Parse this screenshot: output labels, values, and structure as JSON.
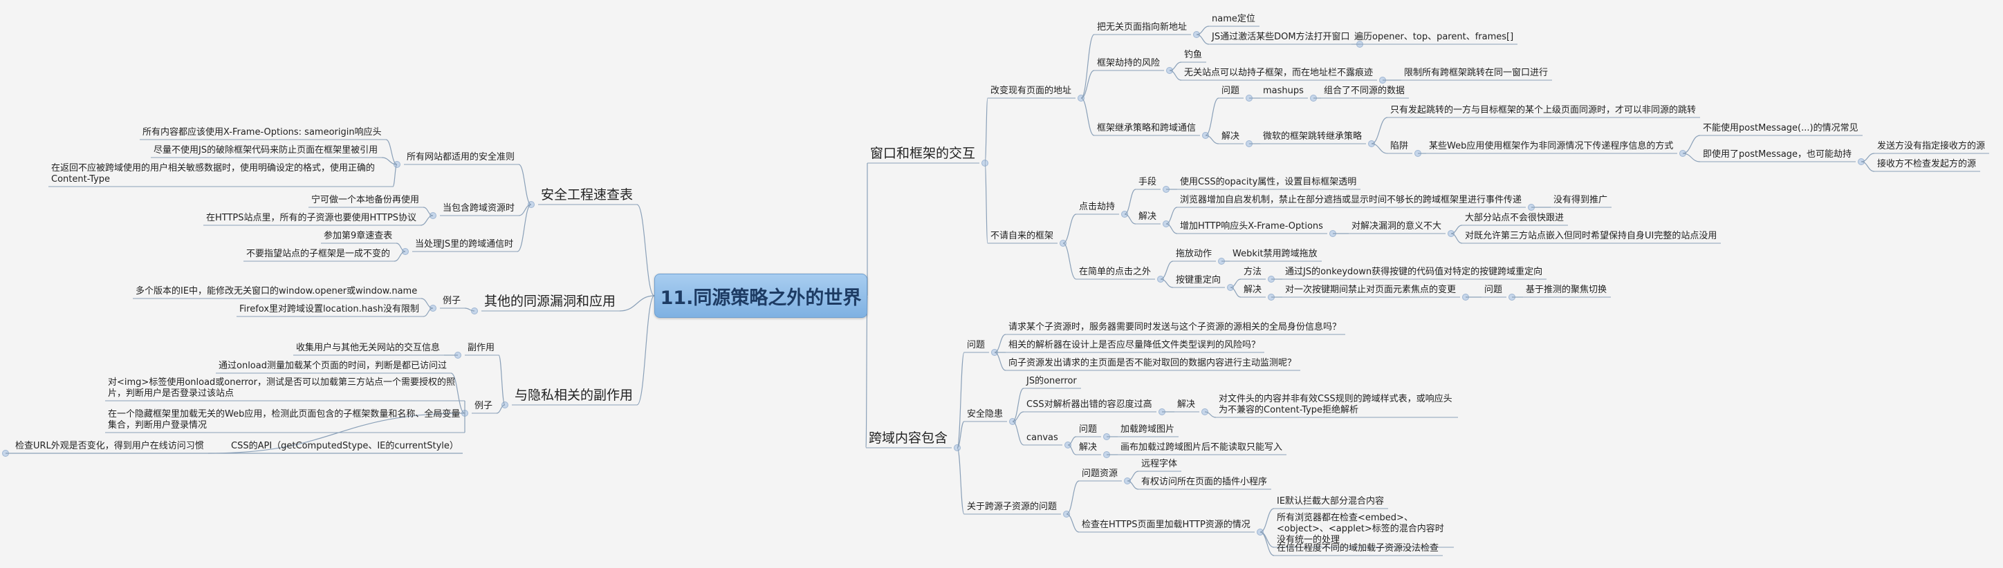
{
  "root": "11.同源策略之外的世界",
  "right": {
    "frames": {
      "label": "窗口和框架的交互",
      "change": {
        "label": "改变现有页面的地址",
        "nav": {
          "label": "把无关页面指向新地址",
          "a": "name定位",
          "b": "JS通过激活某些DOM方法打开窗口",
          "b1": "遍历opener、top、parent、frames[]"
        },
        "hijack": {
          "label": "框架劫持的风险",
          "a": "钓鱼",
          "b": "无关站点可以劫持子框架，而在地址栏不露痕迹",
          "b1": "限制所有跨框架跳转在同一窗口进行"
        },
        "inherit": {
          "label": "框架继承策略和跨域通信",
          "problem": "问题",
          "mashups": "mashups",
          "mash1": "组合了不同源的数据",
          "solution": "解决",
          "micro": "微软的框架跳转继承策略",
          "s1": "只有发起跳转的一方与目标框架的某个上级页面同源时，才可以非同源的跳转",
          "trap": "陷阱",
          "t1": "某些Web应用使用框架作为非同源情况下传递程序信息的方式",
          "p1": "不能使用postMessage(...)的情况常见",
          "p2": "即使用了postMessage，也可能劫持",
          "p2a": "发送方没有指定接收方的源",
          "p2b": "接收方不检查发起方的源"
        }
      },
      "uninvited": {
        "label": "不请自来的框架",
        "click": {
          "label": "点击劫持",
          "means": "手段",
          "m1": "使用CSS的opacity属性，设置目标框架透明",
          "solve": "解决",
          "s1": "浏览器增加自启发机制，禁止在部分遮挡或显示时间不够长的跨域框架里进行事件传递",
          "s1a": "没有得到推广",
          "s2": "增加HTTP响应头X-Frame-Options",
          "s2a": "对解决漏洞的意义不大",
          "s2a1": "大部分站点不会很快跟进",
          "s2a2": "对既允许第三方站点嵌入但同时希望保持自身UI完整的站点没用"
        },
        "simple": {
          "label": "在简单的点击之外",
          "drag": "拖放动作",
          "drag1": "Webkit禁用跨域拖放",
          "key": "按键重定向",
          "method": "方法",
          "method1": "通过JS的onkeydown获得按键的代码值对特定的按键跨域重定向",
          "solve": "解决",
          "solve1": "对一次按键期间禁止对页面元素焦点的变更",
          "prob": "问题",
          "prob1": "基于推测的聚焦切换"
        }
      }
    },
    "cross": {
      "label": "跨域内容包含",
      "issue": {
        "label": "问题",
        "q1": "请求某个子资源时，服务器需要同时发送与这个子资源的源相关的全局身份信息吗？",
        "q2": "相关的解析器在设计上是否应尽量降低文件类型误判的风险吗？",
        "q3": "向子资源发出请求的主页面是否不能对取回的数据内容进行主动监测呢？"
      },
      "hidden": {
        "label": "安全隐患",
        "js": "JS的onerror",
        "css": "CSS对解析器出错的容忍度过高",
        "css_solve": "解决",
        "css_solve1": "对文件头的内容并非有效CSS规则的跨域样式表，或响应头为不兼容的Content-Type拒绝解析",
        "canvas": "canvas",
        "c_prob": "问题",
        "c_prob1": "加载跨域图片",
        "c_solve": "解决",
        "c_solve1": "画布加载过跨域图片后不能读取只能写入"
      },
      "mixed": {
        "label": "关于跨源子资源的问题",
        "res": "问题资源",
        "r1": "远程字体",
        "r2": "有权访问所在页面的插件小程序",
        "https": "检查在HTTPS页面里加载HTTP资源的情况",
        "h1": "IE默认拦截大部分混合内容",
        "h2": "所有浏览器都在检查<embed>、<object>、<applet>标签的混合内容时没有统一的处理",
        "h3": "在信任程度不同的域加载子资源没法检查"
      }
    }
  },
  "left": {
    "checklist": {
      "label": "安全工程速查表",
      "all": {
        "label": "所有网站都适用的安全准则",
        "a": "所有内容都应该使用X-Frame-Options: sameorigin响应头",
        "b": "尽量不使用JS的破除框架代码来防止页面在框架里被引用",
        "c": "在返回不应被跨域使用的用户相关敏感数据时，使用明确设定的格式，使用正确的Content-Type"
      },
      "include": {
        "label": "当包含跨域资源时",
        "a": "宁可做一个本地备份再使用",
        "b": "在HTTPS站点里，所有的子资源也要使用HTTPS协议"
      },
      "js": {
        "label": "当处理JS里的跨域通信时",
        "a": "参加第9章速查表",
        "b": "不要指望站点的子框架是一成不变的"
      }
    },
    "other": {
      "label": "其他的同源漏洞和应用",
      "example": "例子",
      "a": "多个版本的IE中，能修改无关窗口的window.opener或window.name",
      "b": "Firefox里对跨域设置location.hash没有限制"
    },
    "privacy": {
      "label": "与隐私相关的副作用",
      "side": "副作用",
      "side1": "收集用户与其他无关网站的交互信息",
      "example": "例子",
      "e1": "通过onload测量加载某个页面的时间，判断是都已访问过",
      "e2": "对<img>标签使用onload或onerror，测试是否可以加载第三方站点一个需要授权的照片，判断用户是否登录过该站点",
      "e3": "在一个隐藏框架里加载无关的Web应用，检测此页面包含的子框架数量和名称、全局变量集合，判断用户登录情况",
      "e4": "检查URL外观是否变化，得到用户在线访问习惯",
      "e4a": "CSS的API（getComputedStype、IE的currentStyle）"
    }
  }
}
